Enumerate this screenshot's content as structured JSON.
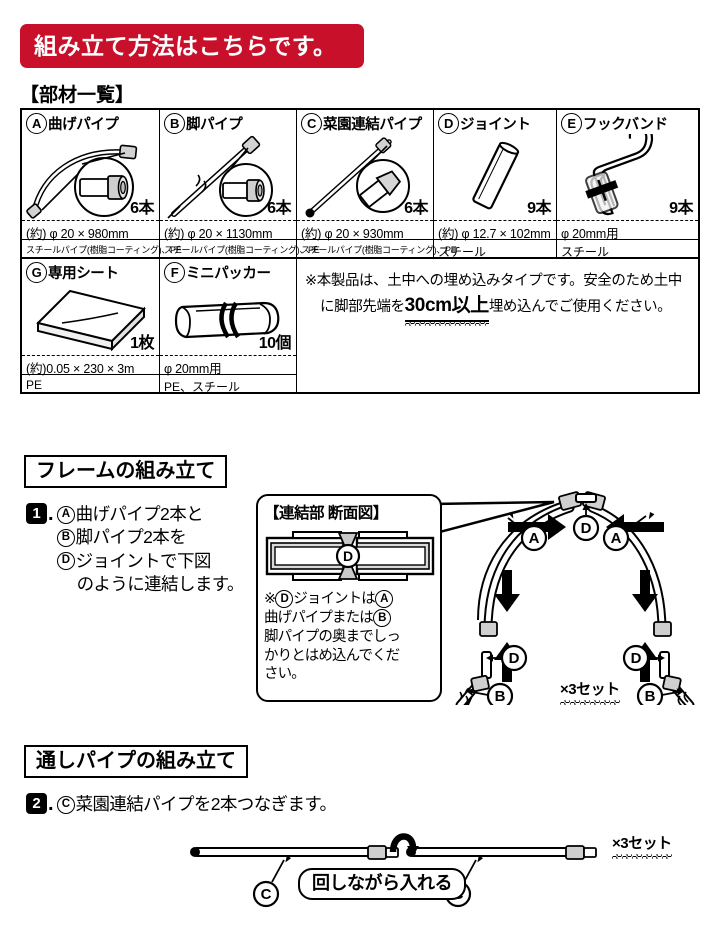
{
  "banner": {
    "title": "組み立て方法はこちらです。"
  },
  "parts_section": {
    "heading": "【部材一覧】",
    "items": [
      {
        "mark": "A",
        "name": "曲げパイプ",
        "qty": "6本",
        "dimension": "(約) φ 20 × 980mm",
        "material": "スチールパイプ(樹脂コーティング)、PE",
        "icon": "bent-pipe-icon"
      },
      {
        "mark": "B",
        "name": "脚パイプ",
        "qty": "6本",
        "dimension": "(約) φ 20 × 1130mm",
        "material": "スチールパイプ(樹脂コーティング)、PE",
        "icon": "leg-pipe-icon"
      },
      {
        "mark": "C",
        "name": "菜園連結パイプ",
        "qty": "6本",
        "dimension": "(約) φ 20 × 930mm",
        "material": "スチールパイプ(樹脂コーティング)、PE",
        "icon": "connector-pipe-icon"
      },
      {
        "mark": "D",
        "name": "ジョイント",
        "qty": "9本",
        "dimension": "(約) φ 12.7 × 102mm",
        "material": "スチール",
        "icon": "joint-icon"
      },
      {
        "mark": "E",
        "name": "フックバンド",
        "qty": "9本",
        "dimension": "φ 20mm用",
        "material": "スチール",
        "icon": "hook-band-icon"
      },
      {
        "mark": "G",
        "name": "専用シート",
        "qty": "1枚",
        "dimension": "(約)0.05 × 230 × 3m",
        "material": "PE",
        "icon": "sheet-icon"
      },
      {
        "mark": "F",
        "name": "ミニパッカー",
        "qty": "10個",
        "dimension": "φ 20mm用",
        "material": "PE、スチール",
        "icon": "mini-packer-icon"
      }
    ],
    "note": {
      "line1": "※本製品は、土中への埋め込みタイプです。安全のため土中",
      "line2_pre": "に脚部先端を",
      "line2_strong": "30cm以上",
      "line2_post": "埋め込んでご使用ください。"
    }
  },
  "frame_section": {
    "heading": "フレームの組み立て",
    "step_number": "1",
    "step_lines": [
      {
        "mark": "A",
        "text": "曲げパイプ2本と"
      },
      {
        "mark": "B",
        "text": "脚パイプ2本を"
      },
      {
        "mark": "D",
        "text": "ジョイントで下図"
      },
      {
        "mark": "",
        "text": "のように連結します。"
      }
    ],
    "callout": {
      "title": "【連結部 断面図】",
      "diagram_label": "D",
      "note_lines": [
        {
          "prefix": "※",
          "mark": "D",
          "text": "ジョイントは",
          "mark2": "A"
        },
        {
          "prefix": "",
          "mark": "",
          "text": "曲げパイプまたは",
          "mark2": "B"
        },
        {
          "prefix": "",
          "mark": "",
          "text": "脚パイプの奥までしっ",
          "mark2": ""
        },
        {
          "prefix": "",
          "mark": "",
          "text": "かりとはめ込んでくだ",
          "mark2": ""
        },
        {
          "prefix": "",
          "mark": "",
          "text": "さい。",
          "mark2": ""
        }
      ]
    },
    "diagram_labels": {
      "a_left": "A",
      "a_right": "A",
      "b_left": "B",
      "b_right": "B",
      "d_top": "D",
      "d_left": "D",
      "d_right": "D"
    },
    "set_count": "×3セット"
  },
  "pipe_section": {
    "heading": "通しパイプの組み立て",
    "step_number": "2",
    "step_mark": "C",
    "step_text": "菜園連結パイプを2本つなぎます。",
    "left_label": "C",
    "right_label": "C",
    "rotate_hint": "回しながら入れる",
    "set_count": "×3セット"
  },
  "colors": {
    "banner_red": "#c8102b",
    "line_black": "#000000",
    "pipe_gray": "#c9c9c9",
    "background": "#ffffff"
  }
}
